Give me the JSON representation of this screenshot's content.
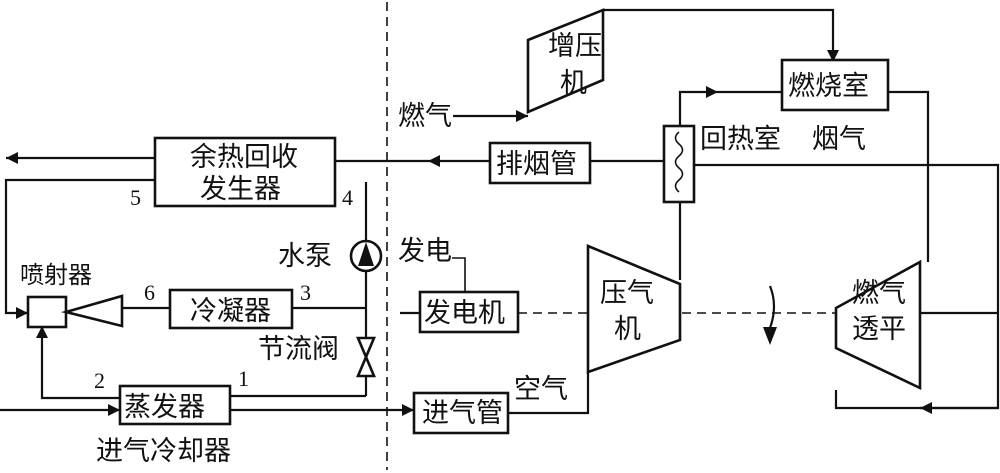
{
  "components": {
    "booster": "增压机",
    "booster_line1": "增压",
    "booster_line2": "机",
    "combustor": "燃烧室",
    "regenerator": "回热室",
    "exhaust_pipe": "排烟管",
    "hrsg": "余热回收发生器",
    "hrsg_line1": "余热回收",
    "hrsg_line2": "发生器",
    "ejector": "喷射器",
    "condenser": "冷凝器",
    "pump": "水泵",
    "throttle": "节流阀",
    "evaporator": "蒸发器",
    "inlet_cooler": "进气冷却器",
    "generator": "发电机",
    "compressor": "压气机",
    "compressor_line1": "压气",
    "compressor_line2": "机",
    "turbine": "燃气透平",
    "turbine_line1": "燃气",
    "turbine_line2": "透平",
    "intake_pipe": "进气管"
  },
  "stream_labels": {
    "fuel": "燃气",
    "flue_gas": "烟气",
    "power": "发电",
    "air": "空气"
  },
  "state_points": [
    "1",
    "2",
    "3",
    "4",
    "5",
    "6"
  ]
}
